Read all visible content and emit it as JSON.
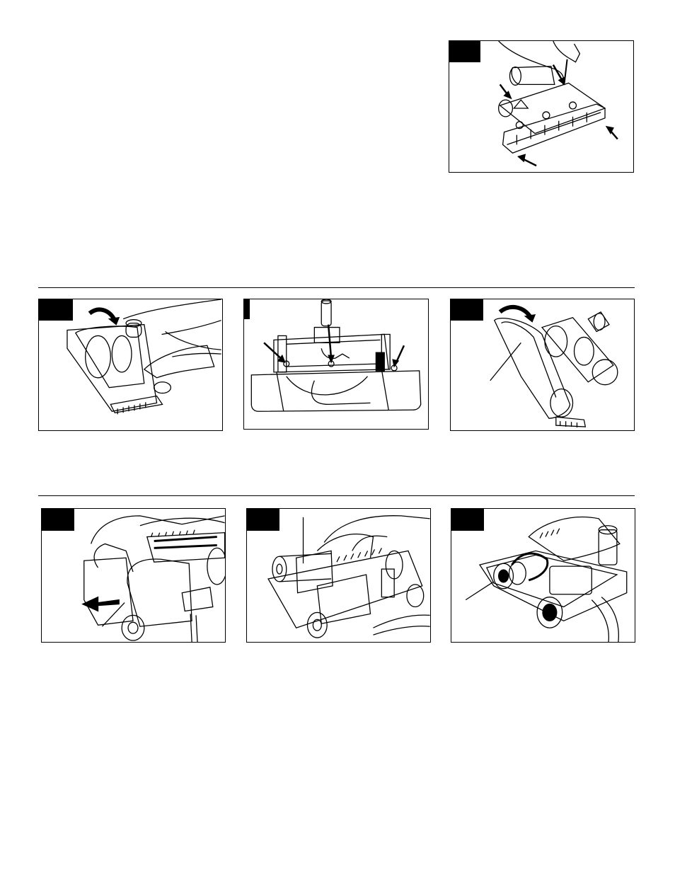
{
  "colors": {
    "ink": "#000000",
    "paper": "#ffffff",
    "badge": "#000000"
  },
  "figures": [
    {
      "id": "fig-screws",
      "icon": "screwdriver-removing-base-screws-illustration",
      "badge": ""
    },
    {
      "id": "fig-lift-cover",
      "icon": "hand-lifting-hood-illustration",
      "badge": ""
    },
    {
      "id": "fig-base-screws",
      "icon": "nozzle-base-screws-illustration",
      "badge": ""
    },
    {
      "id": "fig-remove-hood",
      "icon": "lifting-hood-off-illustration",
      "badge": ""
    },
    {
      "id": "fig-pull-brushroll",
      "icon": "pulling-brushroll-out-illustration",
      "badge": ""
    },
    {
      "id": "fig-lift-brushroll",
      "icon": "lifting-brushroll-illustration",
      "badge": ""
    },
    {
      "id": "fig-install-belt",
      "icon": "installing-belt-on-pulley-illustration",
      "badge": ""
    }
  ]
}
